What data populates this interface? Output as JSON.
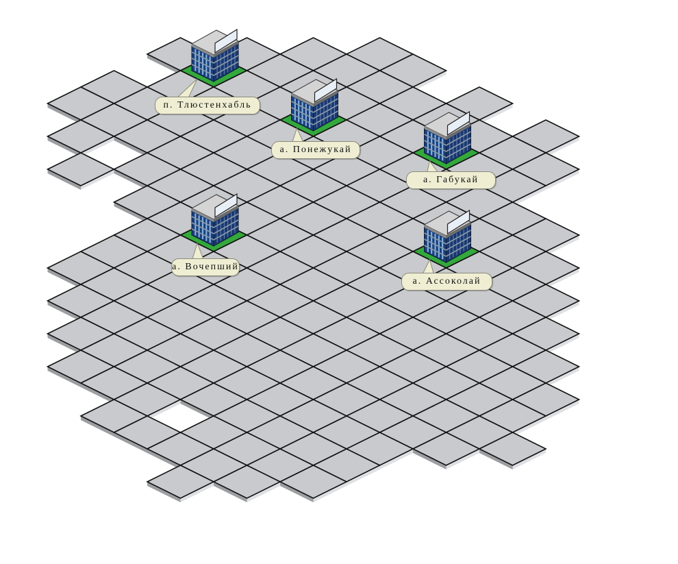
{
  "map": {
    "settlements": [
      {
        "name": "п. Тлюстенхабль",
        "icon": "office-building-icon"
      },
      {
        "name": "а. Понежукай",
        "icon": "office-building-icon"
      },
      {
        "name": "а. Габукай",
        "icon": "office-building-icon"
      },
      {
        "name": "а. Вочепший",
        "icon": "office-building-icon"
      },
      {
        "name": "а. Ассоколай",
        "icon": "office-building-icon"
      }
    ]
  },
  "colors": {
    "tile": "#c8cacd",
    "tile_edge": "#111111",
    "plot": "#34a83c",
    "building_glass": "#1d3e78",
    "label_bg": "#efeed3"
  }
}
